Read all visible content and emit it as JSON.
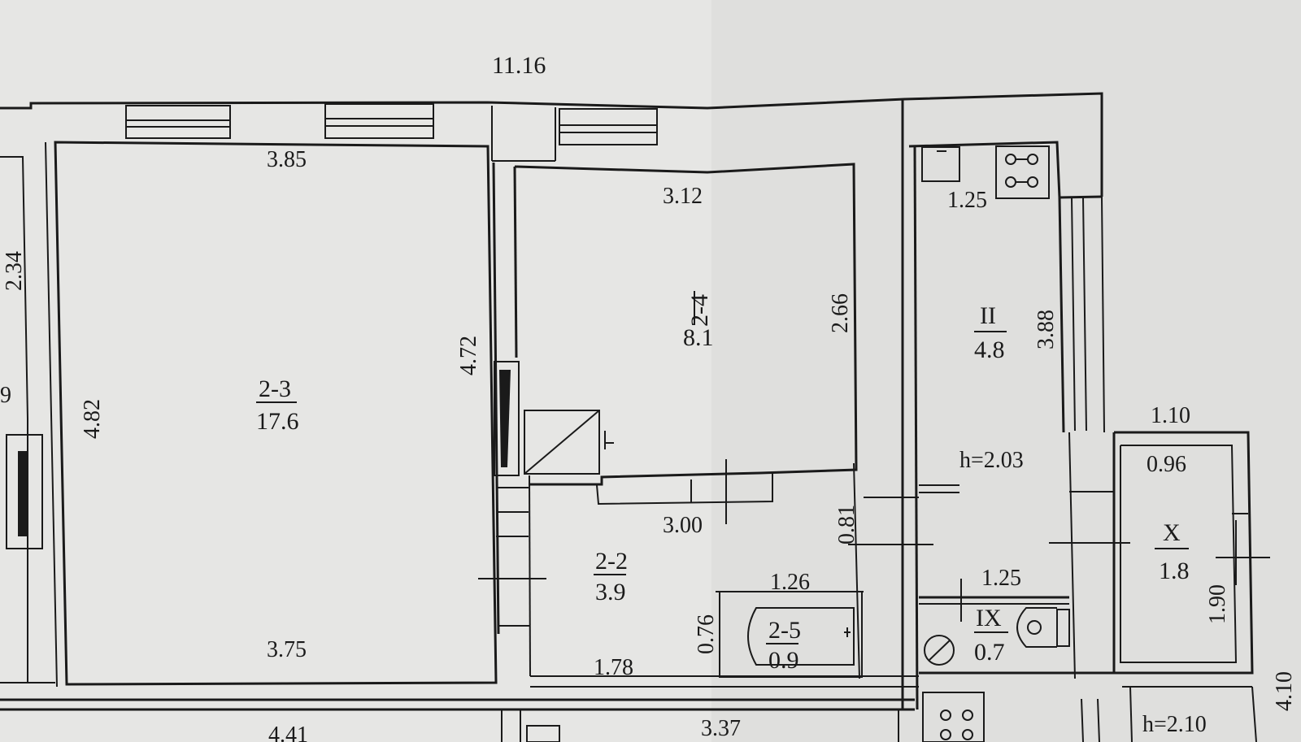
{
  "dimensions": {
    "top_total": "11.16",
    "room_23_top": "3.85",
    "room_23_right": "4.72",
    "room_23_left": "4.82",
    "room_23_bottom": "3.75",
    "left_edge": "2.34",
    "left_partial": "9",
    "room_24_top": "3.12",
    "room_24_right": "2.66",
    "corridor_top": "3.00",
    "corridor_right": "0.81",
    "bath_width": "1.26",
    "bath_depth": "0.76",
    "corridor_bottom": "1.78",
    "kitchen_top": "1.25",
    "kitchen_depth": "3.88",
    "kitchen_height": "h=2.03",
    "toilet_width": "1.25",
    "balcony_top_outer": "1.10",
    "balcony_top_inner": "0.96",
    "balcony_side": "1.90",
    "right_edge": "4.10",
    "bottom_left": "4.41",
    "bottom_mid": "3.37",
    "bottom_right_height": "h=2.10"
  },
  "rooms": [
    {
      "id": "2-3",
      "area": "17.6"
    },
    {
      "id": "2-4",
      "area": "8.1"
    },
    {
      "id": "2-2",
      "area": "3.9"
    },
    {
      "id": "2-5",
      "area": "0.9"
    },
    {
      "id": "II",
      "area": "4.8"
    },
    {
      "id": "IX",
      "area": "0.7"
    },
    {
      "id": "X",
      "area": "1.8"
    }
  ]
}
